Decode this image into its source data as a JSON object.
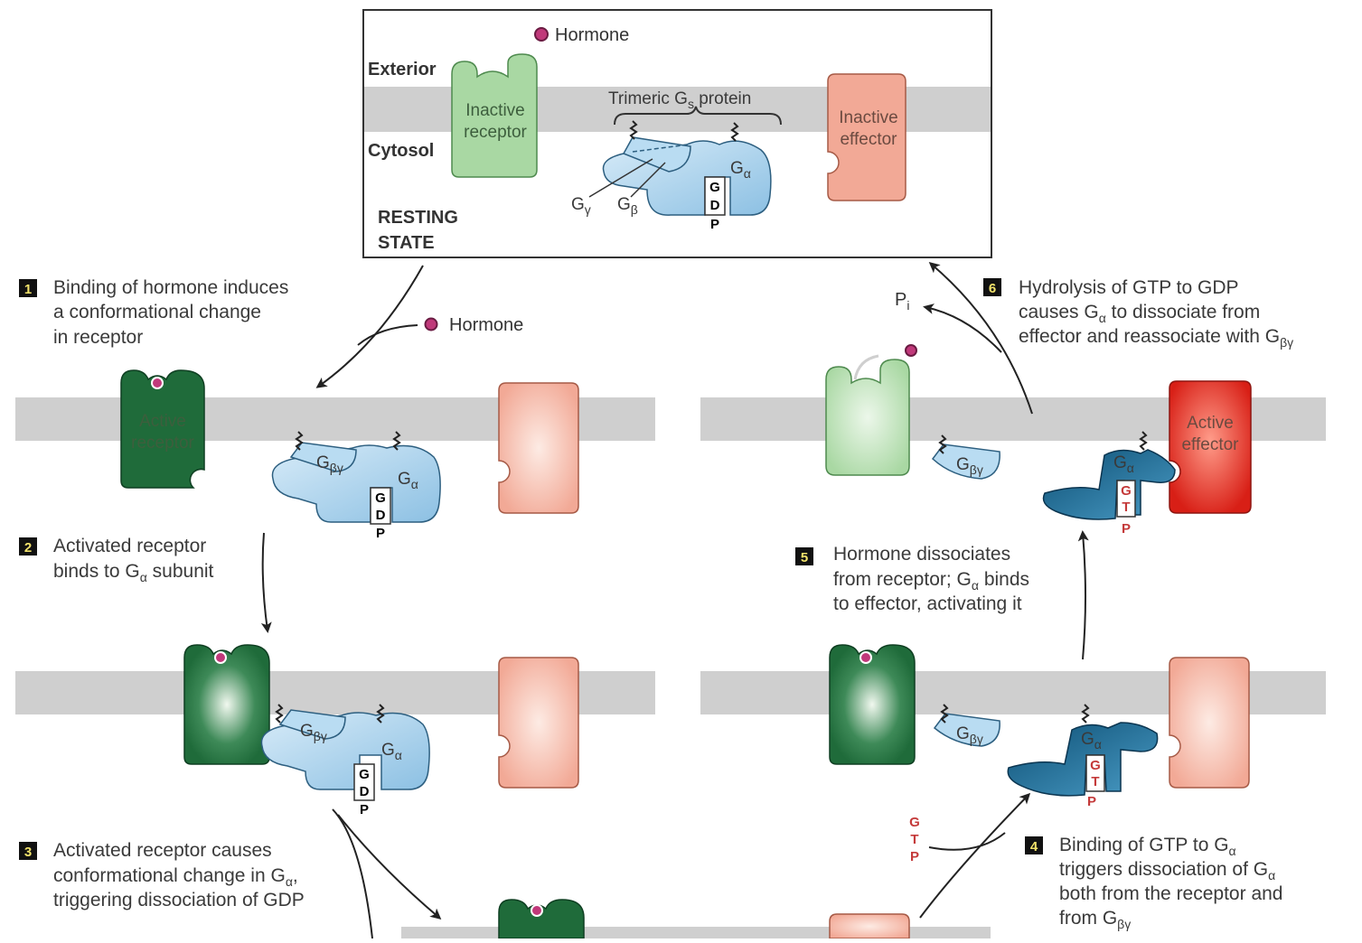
{
  "resting": {
    "hormone_label": "Hormone",
    "exterior": "Exterior",
    "cytosol": "Cytosol",
    "inactive_receptor": [
      "Inactive",
      "receptor"
    ],
    "trimeric_label": "Trimeric G",
    "trimeric_sub": "s",
    "trimeric_suffix": " protein",
    "inactive_effector": [
      "Inactive",
      "effector"
    ],
    "state": [
      "RESTING",
      "STATE"
    ],
    "g_gamma": "G",
    "g_gamma_sub": "γ",
    "g_beta": "G",
    "g_beta_sub": "β",
    "g_alpha": "G",
    "g_alpha_sub": "α"
  },
  "nucleotides": {
    "gdp": [
      "G",
      "D",
      "P"
    ],
    "gtp": [
      "G",
      "T",
      "P"
    ]
  },
  "steps": {
    "s1": {
      "num": "1",
      "lines": [
        "Binding of hormone induces",
        "a conformational change",
        "in receptor"
      ]
    },
    "s2": {
      "num": "2",
      "lines": [
        "Activated receptor",
        "binds to G",
        " subunit"
      ],
      "sub": "α"
    },
    "s3": {
      "num": "3",
      "lines": [
        "Activated receptor causes",
        "conformational change in G",
        "triggering dissociation of GDP"
      ],
      "sub": "α",
      "comma": ","
    },
    "s4": {
      "num": "4",
      "lines": [
        "Binding of GTP to G",
        "triggers dissociation of G",
        "both from the receptor and",
        "from G"
      ],
      "sub": "α",
      "sub_bg": "βγ"
    },
    "s5": {
      "num": "5",
      "lines": [
        "Hormone dissociates",
        "from receptor; G",
        " binds",
        "to effector, activating it"
      ],
      "sub": "α"
    },
    "s6": {
      "num": "6",
      "lines": [
        "Hydrolysis of GTP to GDP",
        "causes G",
        " to dissociate from",
        "effector and reassociate with G"
      ],
      "sub": "α",
      "sub_bg": "βγ"
    }
  },
  "panel1": {
    "hormone_label": "Hormone",
    "active_receptor": [
      "Active",
      "receptor"
    ],
    "g_bg": "G",
    "g_bg_sub": "βγ",
    "g_alpha": "G",
    "g_alpha_sub": "α"
  },
  "panel6": {
    "active_effector": [
      "Active",
      "effector"
    ],
    "pi": "P",
    "pi_sub": "i"
  },
  "colors": {
    "membrane": "#cfcfcf",
    "inactive_receptor": "#a9d8a3",
    "active_receptor": "#1f6b3a",
    "effector": "#f2a996",
    "active_effector": "#e02a1e",
    "g_protein": "#9fcbe8",
    "g_alpha_gtp": "#2a7aa3",
    "hormone": "#c0397a"
  }
}
